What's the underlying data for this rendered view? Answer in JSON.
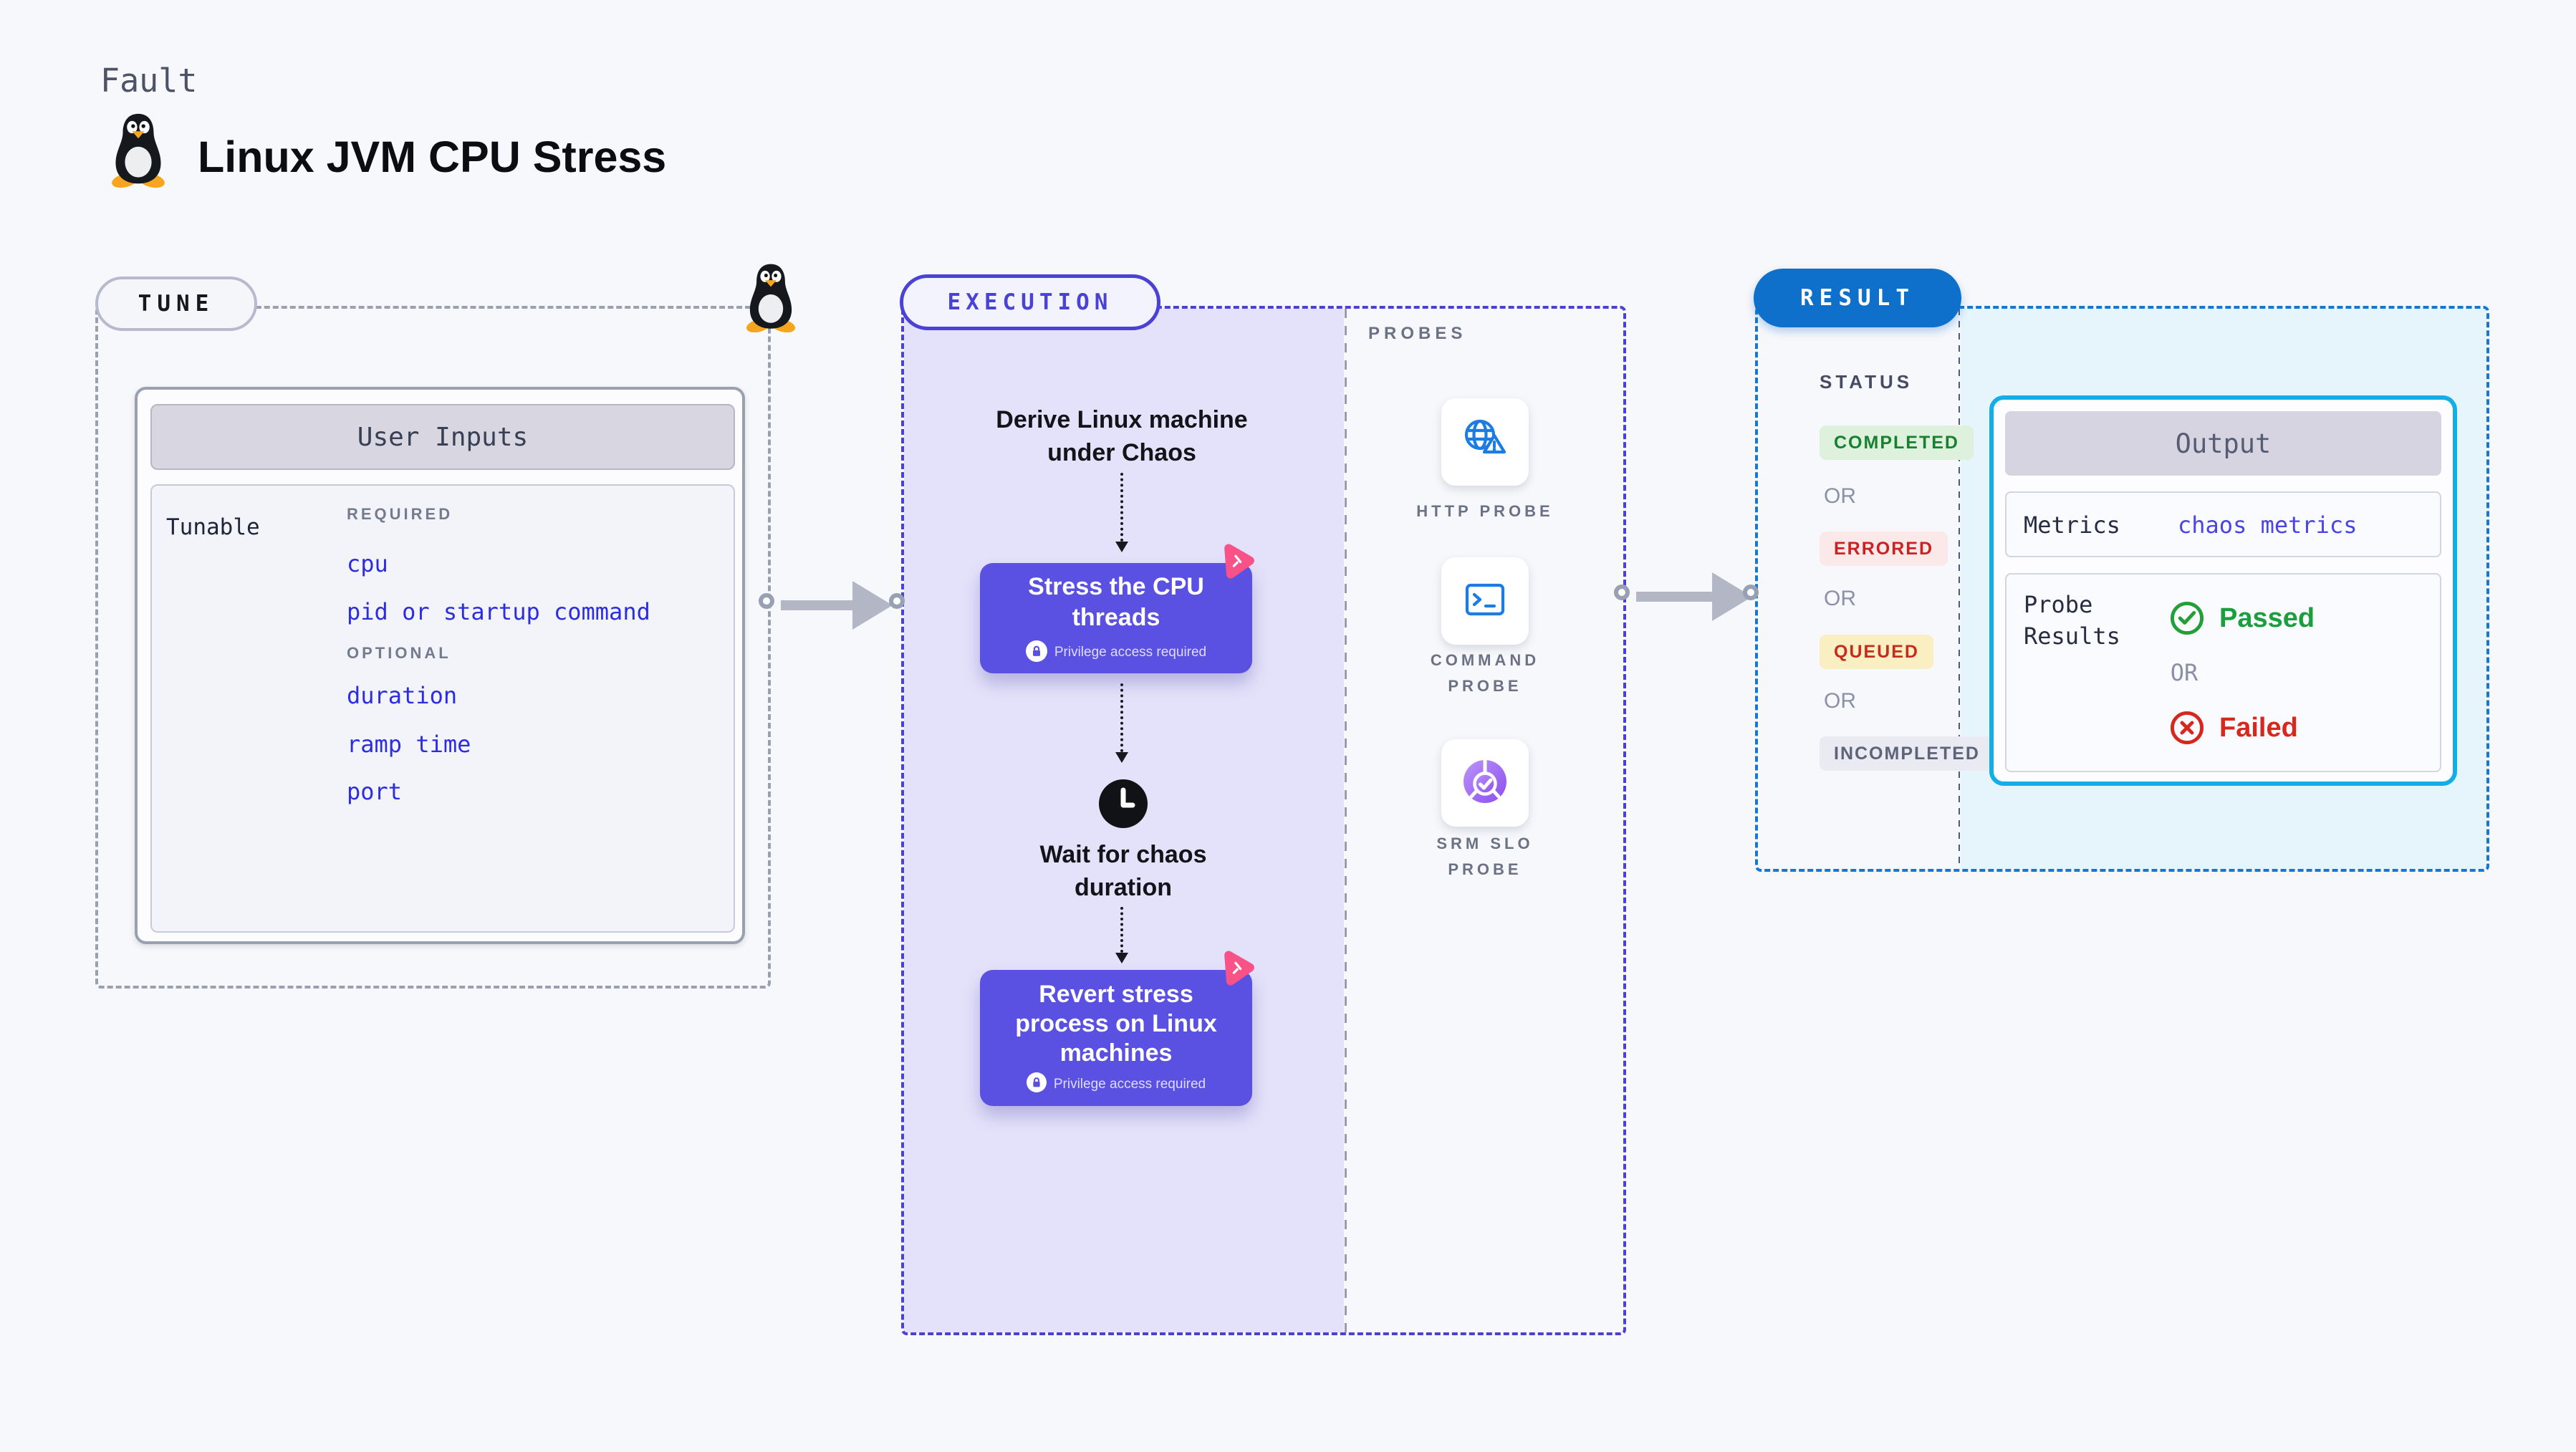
{
  "header": {
    "kicker": "Fault",
    "title": "Linux JVM CPU Stress",
    "penguin_icon": "linux-tux"
  },
  "tune": {
    "pill": "TUNE",
    "user_inputs": {
      "title": "User Inputs",
      "row_label": "Tunable",
      "groups": [
        {
          "heading": "REQUIRED",
          "items": [
            "cpu",
            "pid or startup command"
          ]
        },
        {
          "heading": "OPTIONAL",
          "items": [
            "duration",
            "ramp time",
            "port"
          ]
        }
      ]
    }
  },
  "execution": {
    "pill": "EXECUTION",
    "privilege_note": "Privilege access required",
    "steps": {
      "derive_lines": [
        "Derive Linux machine",
        "under Chaos"
      ],
      "stress_lines": [
        "Stress the CPU",
        "threads"
      ],
      "wait_lines": [
        "Wait for chaos",
        "duration"
      ],
      "revert_lines": [
        "Revert stress",
        "process on Linux",
        "machines"
      ]
    }
  },
  "probes": {
    "heading": "PROBES",
    "items": [
      {
        "icon": "http-probe-icon",
        "label_lines": [
          "HTTP PROBE",
          ""
        ]
      },
      {
        "icon": "command-probe-icon",
        "label_lines": [
          "COMMAND",
          "PROBE"
        ]
      },
      {
        "icon": "srm-slo-probe-icon",
        "label_lines": [
          "SRM SLO",
          "PROBE"
        ]
      }
    ]
  },
  "result": {
    "pill": "RESULT",
    "status": {
      "heading": "STATUS",
      "or_label": "OR",
      "badges": [
        {
          "label": "COMPLETED",
          "fg": "#188131",
          "bg": "#ddf1dc"
        },
        {
          "label": "ERRORED",
          "fg": "#c92222",
          "bg": "#fbe9e9"
        },
        {
          "label": "QUEUED",
          "fg": "#c62b1d",
          "bg": "#faeec3"
        },
        {
          "label": "INCOMPLETED",
          "fg": "#5d6479",
          "bg": "#e9eaf2"
        }
      ]
    },
    "output": {
      "title": "Output",
      "metrics_label": "Metrics",
      "metrics_value": "chaos metrics",
      "probe_results_lines": [
        "Probe",
        "Results"
      ],
      "or_label": "OR",
      "passed": "Passed",
      "failed": "Failed"
    }
  },
  "colors": {
    "page_bg": "#f7f8fb",
    "execution_fill": "#e4e2fa",
    "execution_border": "#4a40d4",
    "tune_border": "#9aa0ad",
    "result_border": "#1478d2",
    "result_fill": "#e6f4fc",
    "node_fill": "#5a50e2",
    "accent_pink": "#f85289",
    "probe_blue": "#1d7ce2",
    "result_pill_bg": "#0e70cb",
    "output_border": "#13ade7",
    "passed_green": "#21a038",
    "failed_red": "#d8281e",
    "link_blue": "#2c2ce2"
  }
}
